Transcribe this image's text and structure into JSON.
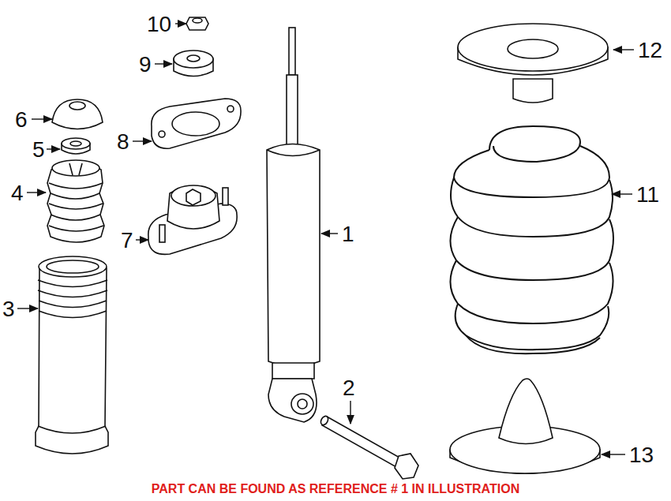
{
  "diagram": {
    "caption": "PART CAN BE FOUND AS REFERENCE # 1 IN ILLUSTRATION",
    "labels": [
      "10",
      "9",
      "8",
      "6",
      "5",
      "4",
      "7",
      "3",
      "1",
      "2",
      "12",
      "11",
      "13"
    ]
  }
}
